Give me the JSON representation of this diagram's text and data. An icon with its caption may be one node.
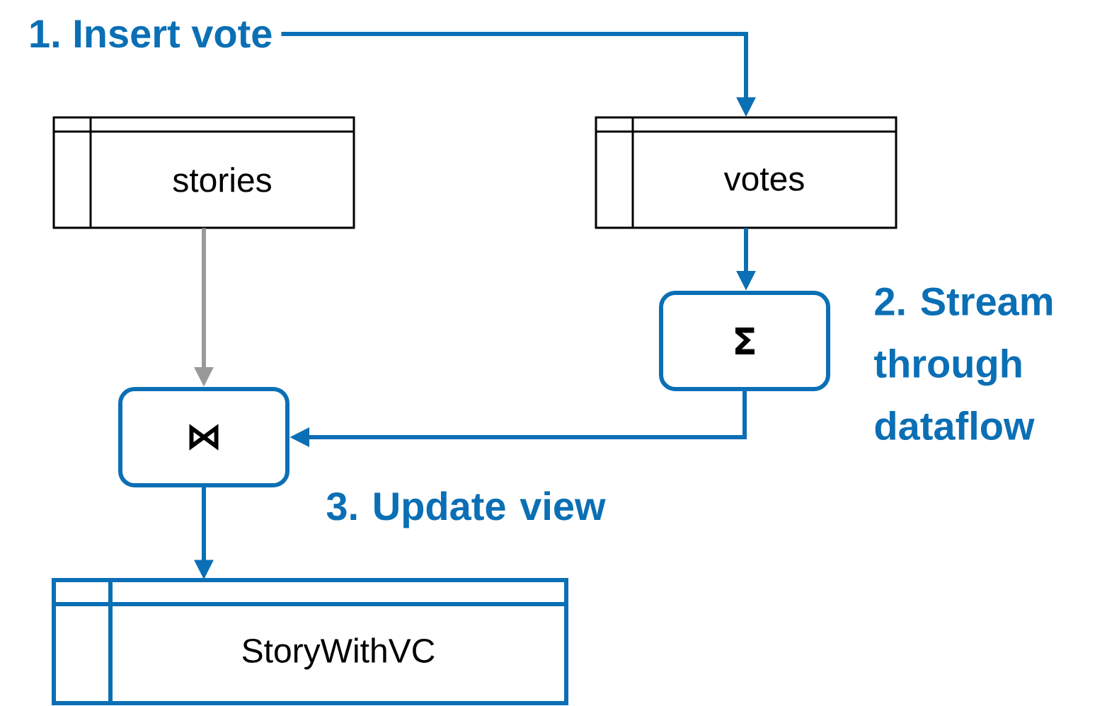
{
  "diagram": {
    "nodes": [
      {
        "text": [
          "1. Insert vote"
        ]
      },
      {
        "text": [
          "stories"
        ]
      },
      {
        "text": [
          "votes"
        ]
      },
      {
        "text": [
          "Σ"
        ]
      },
      {
        "text": [
          "⋈"
        ]
      },
      {
        "text": [
          "StoryWithVC"
        ]
      }
    ],
    "edges": [
      {
        "from": 0,
        "to": 2,
        "arrow": "to"
      },
      {
        "from": 1,
        "to": 4,
        "arrow": "to",
        "color": "#999999"
      },
      {
        "from": 2,
        "to": 3,
        "arrow": "to"
      },
      {
        "from": 3,
        "to": 4,
        "arrow": "to"
      },
      {
        "from": 4,
        "to": 5,
        "arrow": "to"
      }
    ],
    "labels": [
      "2. Stream through dataflow",
      "3. Update view"
    ]
  }
}
